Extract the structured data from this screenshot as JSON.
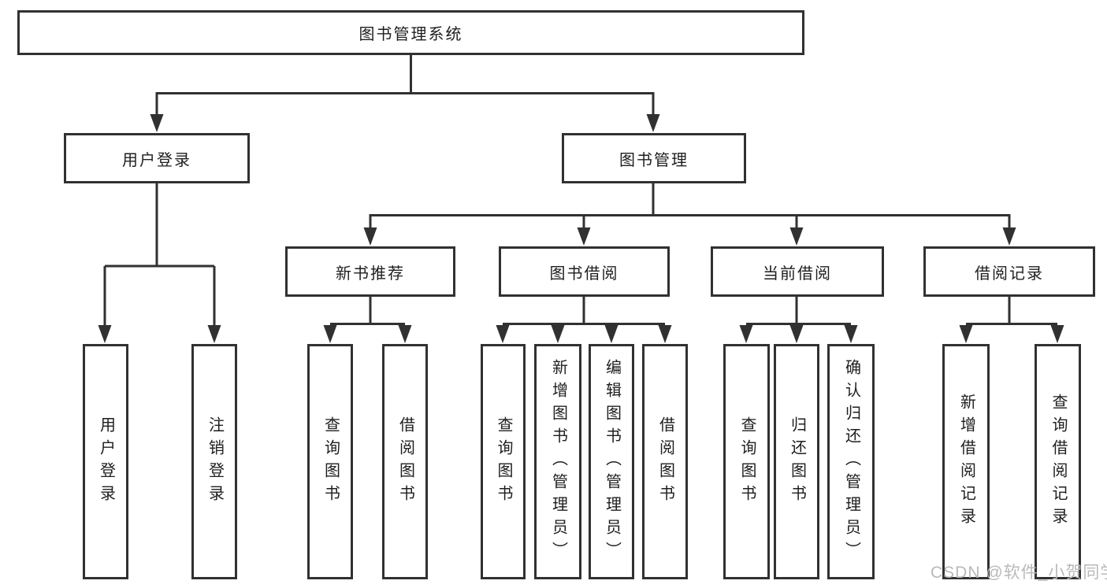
{
  "watermark": "CSDN @软件_小贺同学",
  "colors": {
    "line": "#313131",
    "text": "#1e1e1e",
    "box_background": "#ffffff",
    "watermark_gray": "#b9b9b9"
  },
  "nodes": {
    "root": {
      "label": "图书管理系统"
    },
    "user_login": {
      "label": "用户登录"
    },
    "book_mgmt": {
      "label": "图书管理"
    },
    "new_book_rec": {
      "label": "新书推荐"
    },
    "book_borrow": {
      "label": "图书借阅"
    },
    "current_borrow": {
      "label": "当前借阅"
    },
    "borrow_record": {
      "label": "借阅记录"
    },
    "ul_login": {
      "label": "用户登录"
    },
    "ul_logout": {
      "label": "注销登录"
    },
    "nbr_query": {
      "label": "查询图书"
    },
    "nbr_borrow": {
      "label": "借阅图书"
    },
    "bb_query": {
      "label": "查询图书"
    },
    "bb_add": {
      "label": "新增图书（管理员）"
    },
    "bb_edit": {
      "label": "编辑图书（管理员）"
    },
    "bb_borrow": {
      "label": "借阅图书"
    },
    "cb_query": {
      "label": "查询图书"
    },
    "cb_return": {
      "label": "归还图书"
    },
    "cb_confirm": {
      "label": "确认归还（管理员）"
    },
    "br_add": {
      "label": "新增借阅记录"
    },
    "br_query": {
      "label": "查询借阅记录"
    }
  },
  "hierarchy": {
    "图书管理系统": {
      "用户登录": [
        "用户登录",
        "注销登录"
      ],
      "图书管理": {
        "新书推荐": [
          "查询图书",
          "借阅图书"
        ],
        "图书借阅": [
          "查询图书",
          "新增图书（管理员）",
          "编辑图书（管理员）",
          "借阅图书"
        ],
        "当前借阅": [
          "查询图书",
          "归还图书",
          "确认归还（管理员）"
        ],
        "借阅记录": [
          "新增借阅记录",
          "查询借阅记录"
        ]
      }
    }
  }
}
